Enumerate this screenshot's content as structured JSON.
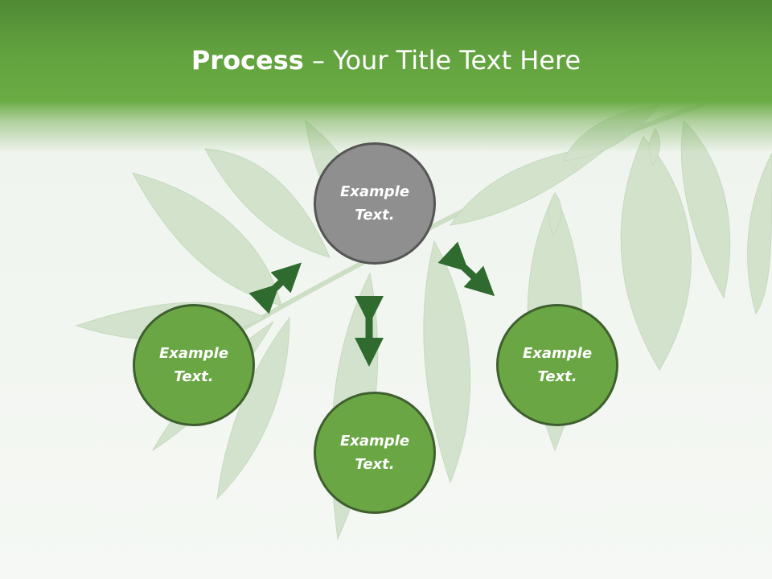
{
  "title": {
    "bold": "Process",
    "rest": " – Your Title Text Here"
  },
  "circles": [
    {
      "text": "Example Text.",
      "fill": "#8f8f8f"
    },
    {
      "text": "Example Text.",
      "fill": "#6aa744"
    },
    {
      "text": "Example Text.",
      "fill": "#6aa744"
    },
    {
      "text": "Example Text.",
      "fill": "#6aa744"
    }
  ],
  "colors": {
    "header": "#63a33f",
    "arrow": "#2f6a2f",
    "circle_border": "#3f5f2e",
    "center_circle": "#8f8f8f"
  },
  "icons": {
    "background": "leaf-branch-illustration",
    "connectors": "double-headed-arrow"
  }
}
